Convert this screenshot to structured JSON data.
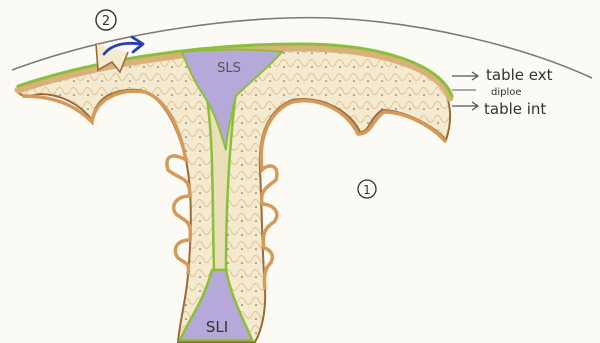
{
  "labels": {
    "sls": "SLS",
    "sli": "SLI",
    "marker_one": "1",
    "marker_two": "2",
    "table_ext": "table ext",
    "diploe": "diploe",
    "table_int": "table int"
  },
  "colors": {
    "paper": "#fbfaf4",
    "outer_table": "#d9b27a",
    "outer_table_edge": "#9a6a3a",
    "dura_green": "#8bbf3a",
    "sinus_purple": "#b7a8da",
    "arrow_blue": "#2a3fb0",
    "ink": "#333333"
  }
}
